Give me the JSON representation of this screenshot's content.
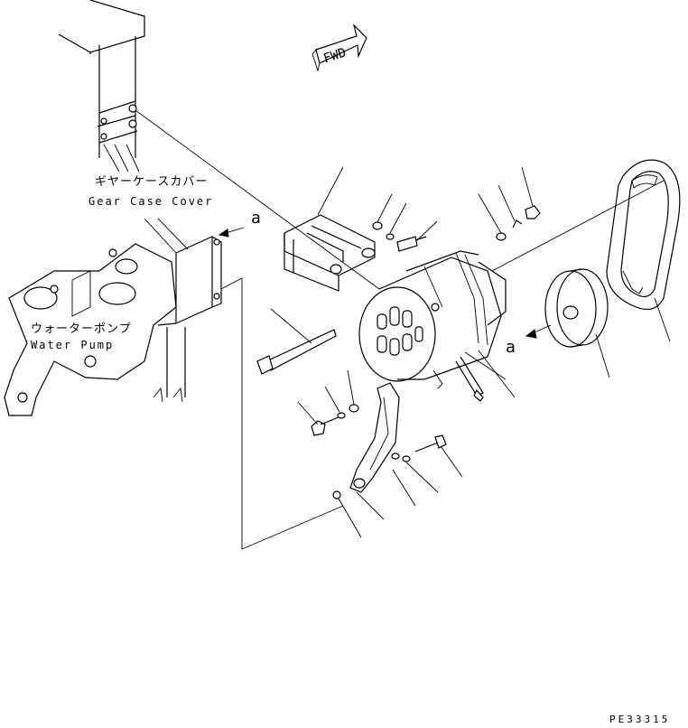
{
  "fwd_label": "FWD",
  "gear_case_cover": {
    "jp": "ギヤーケースカバー",
    "en": "Gear Case Cover"
  },
  "water_pump": {
    "jp": "ウォーターポンプ",
    "en": "Water Pump"
  },
  "view_marker_1": "a",
  "view_marker_2": "a",
  "drawing_code": "PE33315"
}
